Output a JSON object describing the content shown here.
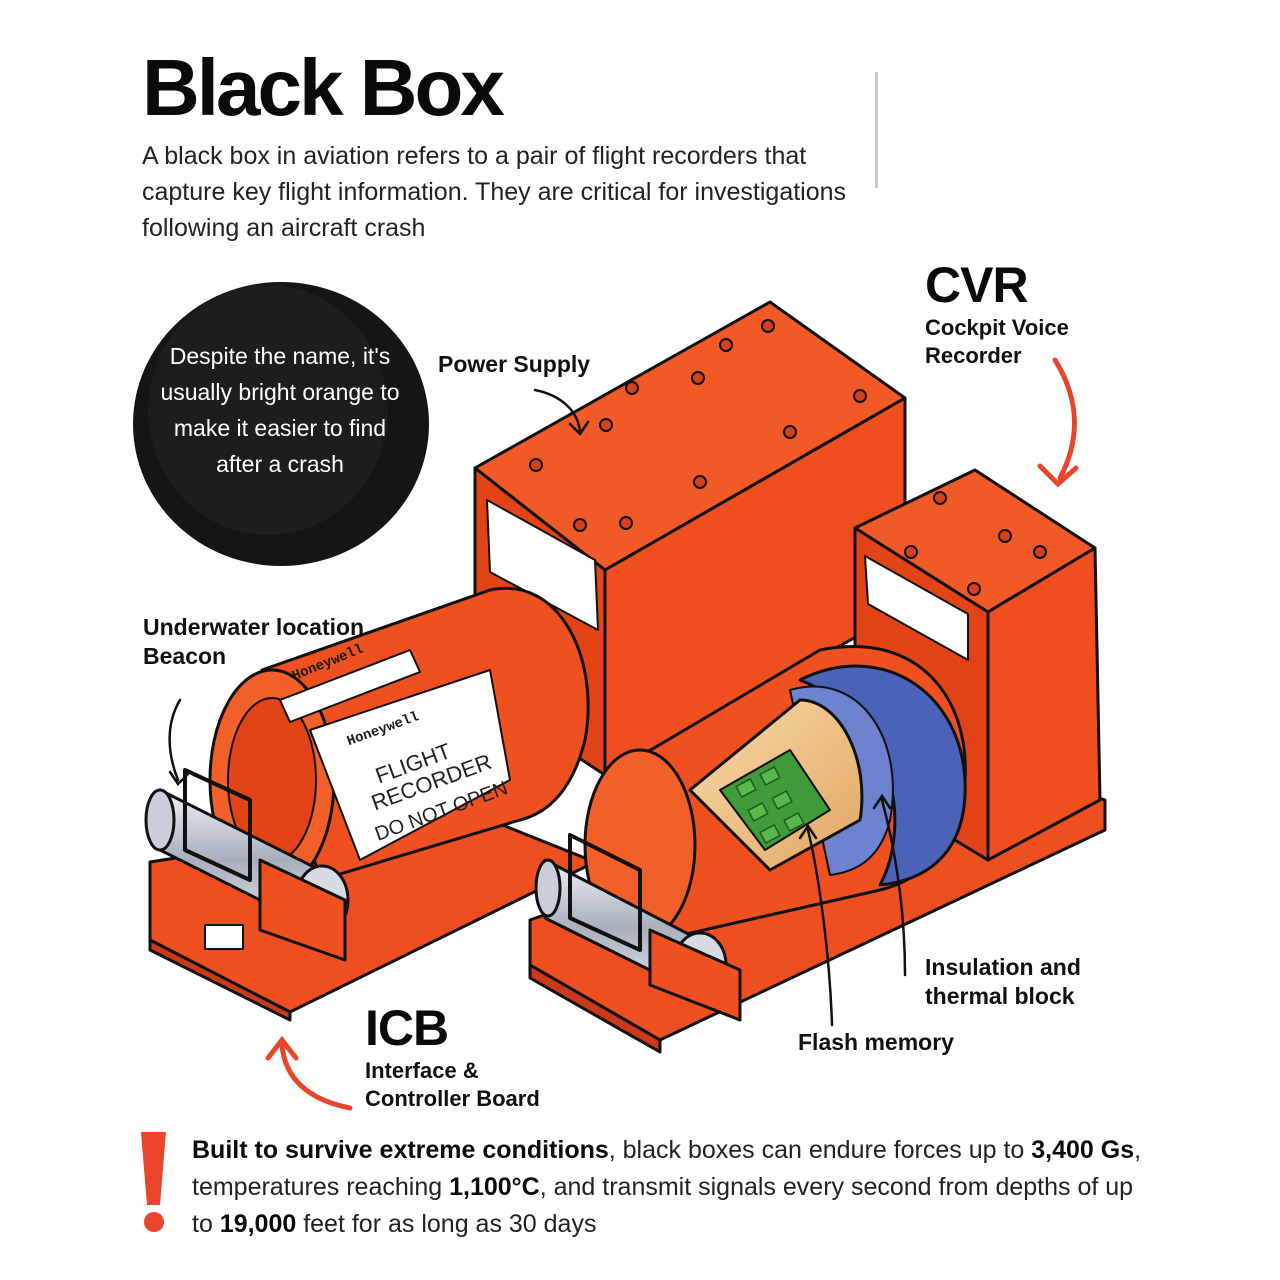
{
  "header": {
    "title": "Black Box",
    "intro": "A black box in aviation refers to a pair of flight recorders that capture key flight information. They are critical for investigations following an aircraft crash"
  },
  "callout": {
    "text": "Despite the name, it's usually bright orange to make it easier to find after a crash"
  },
  "labels": {
    "power_supply": "Power Supply",
    "cvr_abbr": "CVR",
    "cvr_line1": "Cockpit Voice",
    "cvr_line2": "Recorder",
    "beacon_line1": "Underwater location",
    "beacon_line2": "Beacon",
    "icb_abbr": "ICB",
    "icb_line1": "Interface &",
    "icb_line2": "Controller Board",
    "insulation_line1": "Insulation and",
    "insulation_line2": "thermal block",
    "flash_memory": "Flash memory"
  },
  "device_text": {
    "brand": "Honeywell",
    "plate_brand": "Honeywell",
    "plate_line1": "FLIGHT",
    "plate_line2": "RECORDER",
    "plate_line3": "DO NOT OPEN"
  },
  "footer": {
    "bold1": "Built to survive extreme conditions",
    "text1": ", black boxes can endure forces up to ",
    "bold2": "3,400 Gs",
    "text2": ", temperatures reaching ",
    "bold3": "1,100°C",
    "text3": ", and transmit signals every second from depths of up to ",
    "bold4": "19,000",
    "text4": " feet for as long as 30 days"
  },
  "colors": {
    "orange": "#f0501e",
    "orange_dark": "#d9401a",
    "accent_red": "#e8452a",
    "ink": "#111111",
    "blue": "#4a63b8",
    "green_chip": "#3f9a3a"
  },
  "icons": {
    "warning": "exclamation-icon",
    "arrow": "curved-arrow-icon"
  }
}
